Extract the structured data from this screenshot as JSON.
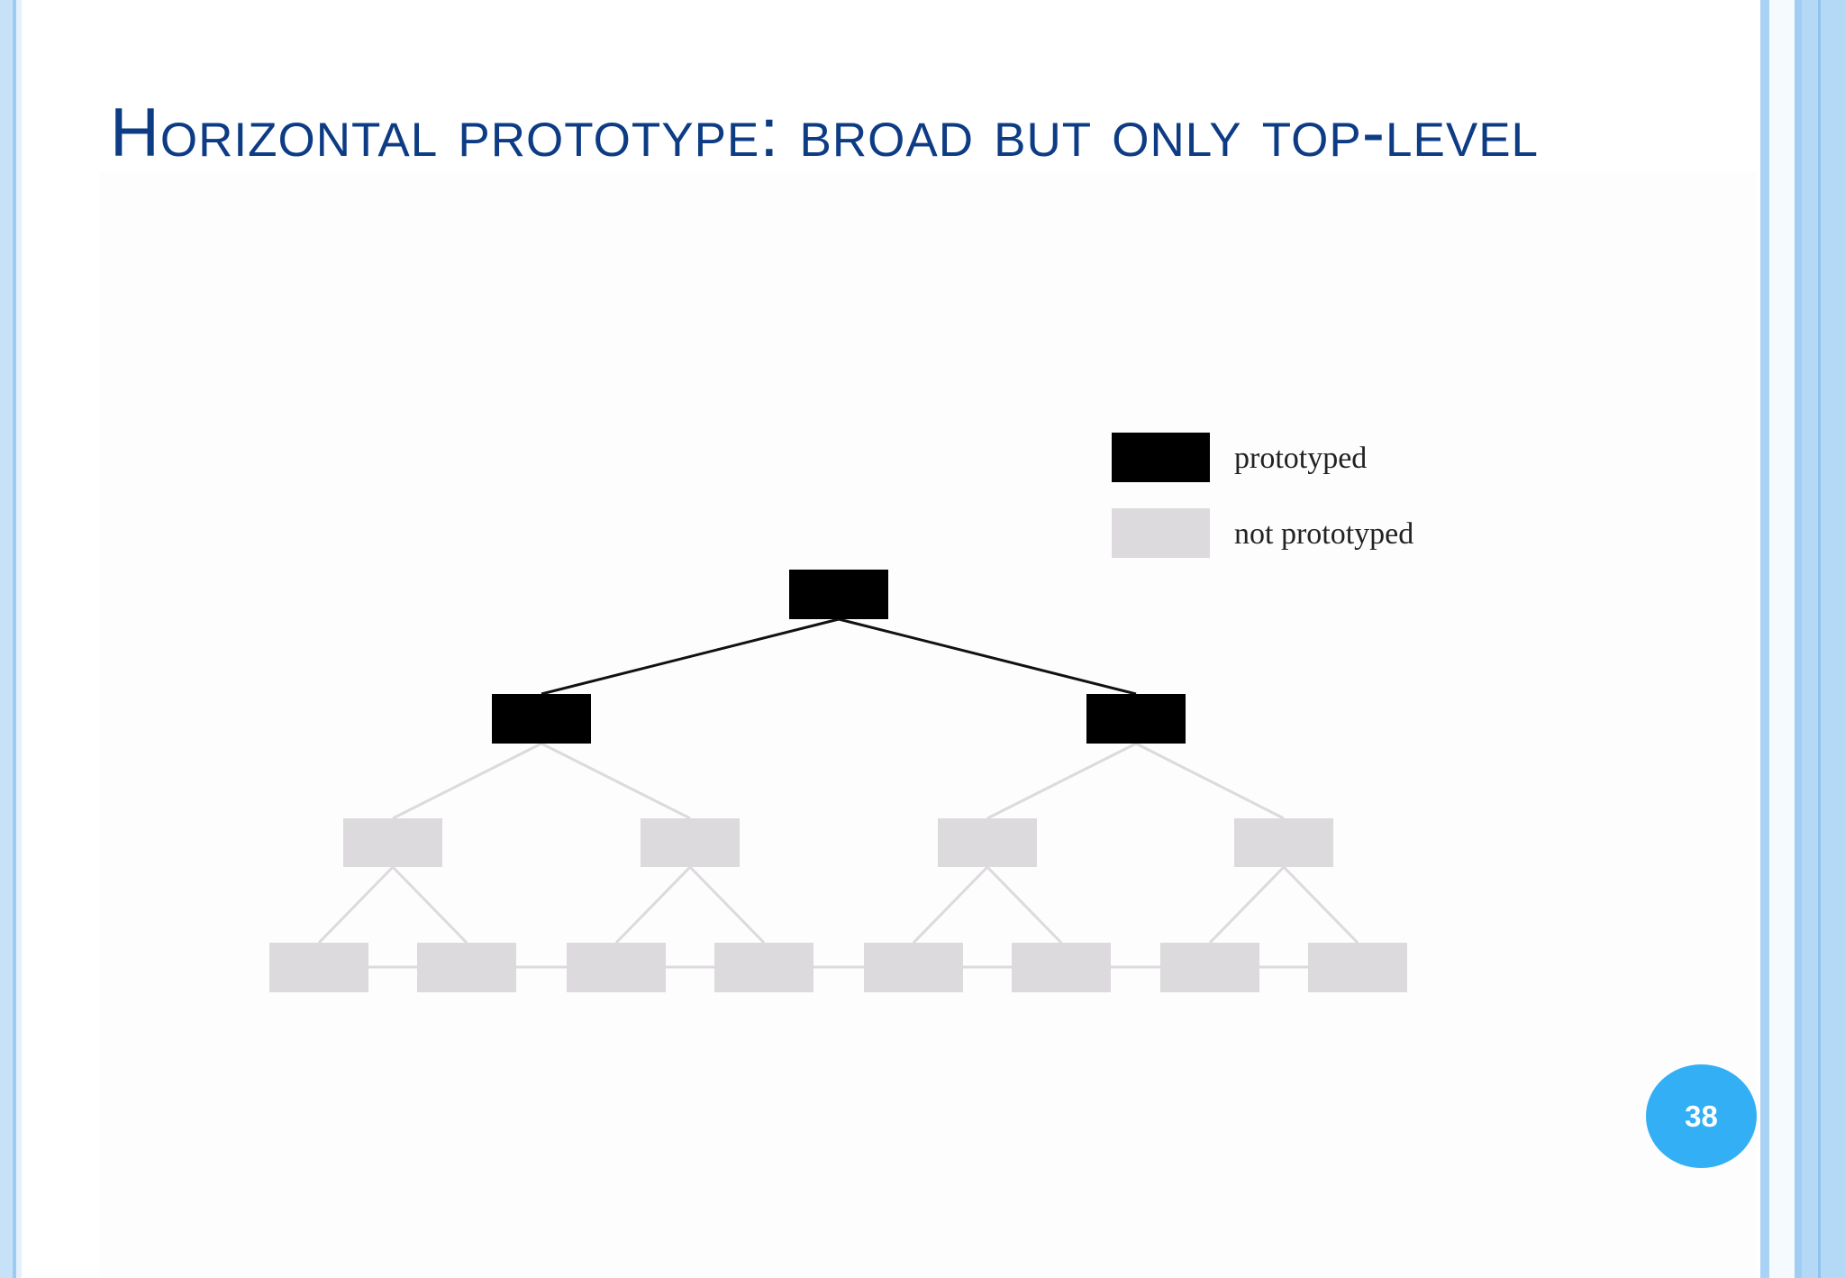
{
  "slide": {
    "title": "Horizontal prototype: broad but only top-level",
    "page_number": "38"
  },
  "legend": {
    "items": [
      {
        "label": "prototyped",
        "color": "#000000"
      },
      {
        "label": "not prototyped",
        "color": "#dcdadc"
      }
    ]
  },
  "tree": {
    "levels": 4,
    "prototyped_levels": 2,
    "prototyped_color": "#000000",
    "not_prototyped_color": "#dcdadc"
  }
}
